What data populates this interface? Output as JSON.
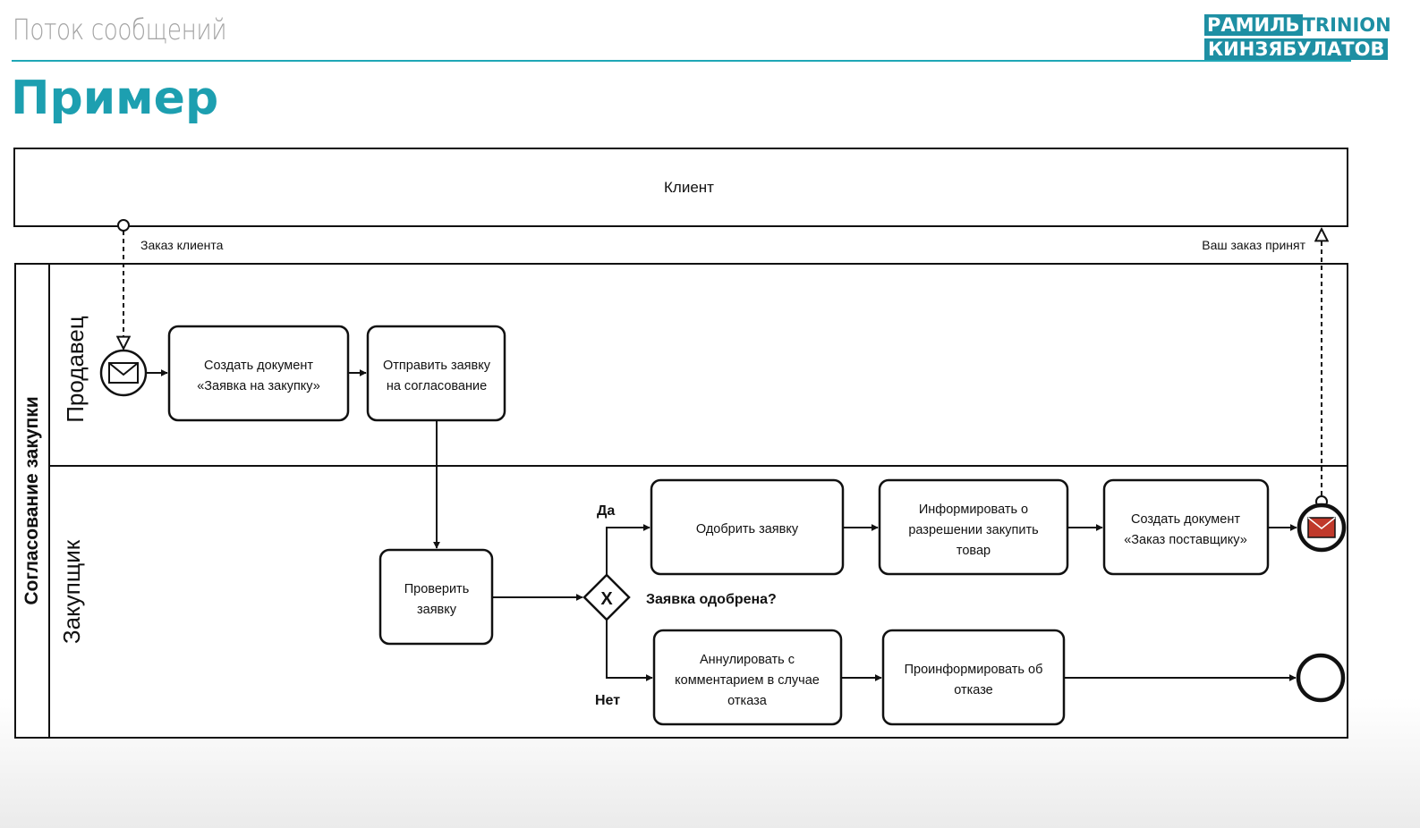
{
  "header": {
    "topic": "Поток сообщений",
    "title": "Пример",
    "logo_line1_part1": "РАМИЛЬ",
    "logo_line1_part2": "TRINION",
    "logo_line2": "КИНЗЯБУЛАТОВ"
  },
  "diagram": {
    "client_pool": "Клиент",
    "pool": "Согласование закупки",
    "lane_seller": "Продавец",
    "lane_buyer": "Закупщик",
    "msg_in": "Заказ клиента",
    "msg_out": "Ваш заказ принят",
    "task_create_doc": [
      "Создать документ",
      "«Заявка на закупку»"
    ],
    "task_send": [
      "Отправить заявку",
      "на согласование"
    ],
    "task_check": [
      "Проверить",
      "заявку"
    ],
    "gateway_marker": "X",
    "gateway_label": "Заявка одобрена?",
    "yes": "Да",
    "no": "Нет",
    "task_approve": [
      "Одобрить заявку"
    ],
    "task_inform": [
      "Информировать о",
      "разрешении закупить",
      "товар"
    ],
    "task_supplier": [
      "Создать документ",
      "«Заказ поставщику»"
    ],
    "task_cancel": [
      "Аннулировать с",
      "комментарием в случае",
      "отказа"
    ],
    "task_inform_reject": [
      "Проинформировать об",
      "отказе"
    ],
    "colors": {
      "accent": "#1d9fb0",
      "end_message": "#c0392b"
    }
  }
}
